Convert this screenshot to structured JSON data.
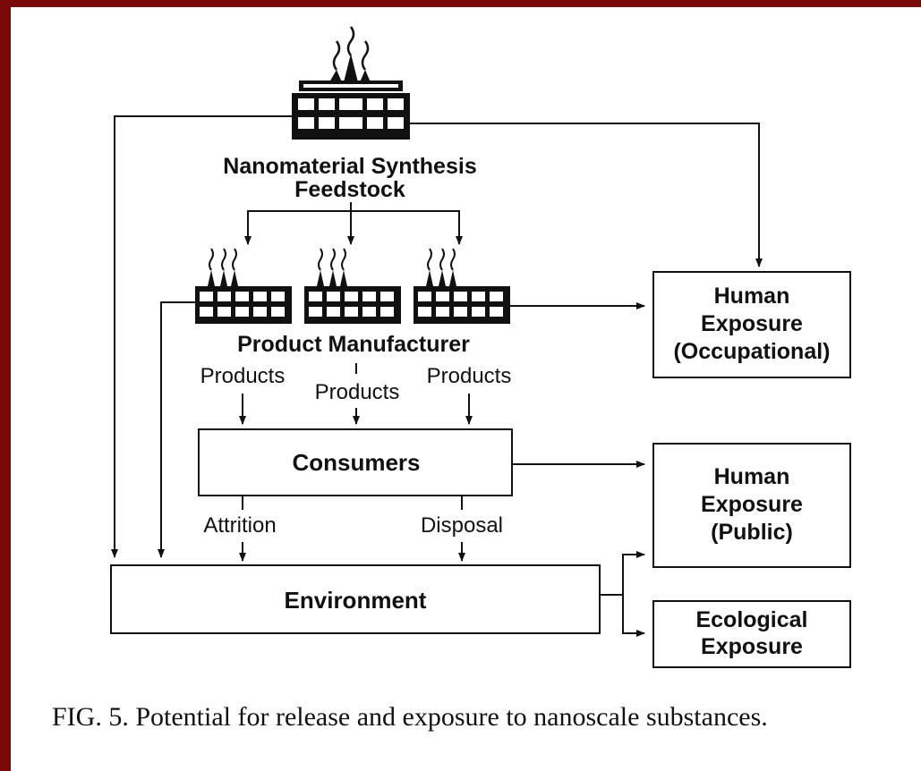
{
  "synthesis": {
    "line1": "Nanomaterial Synthesis",
    "line2": "Feedstock"
  },
  "manufacturer_label": "Product Manufacturer",
  "products_labels": [
    "Products",
    "Products",
    "Products"
  ],
  "consumers": "Consumers",
  "attrition": "Attrition",
  "disposal": "Disposal",
  "environment": "Environment",
  "occupational": {
    "line1": "Human",
    "line2": "Exposure",
    "line3": "(Occupational)"
  },
  "public": {
    "line1": "Human",
    "line2": "Exposure",
    "line3": "(Public)"
  },
  "ecological": {
    "line1": "Ecological",
    "line2": "Exposure"
  },
  "caption": "FIG. 5.   Potential for release and exposure to nanoscale substances.",
  "colors": {
    "border": "#7a0a0a",
    "ink": "#111111",
    "background": "#ffffff"
  }
}
